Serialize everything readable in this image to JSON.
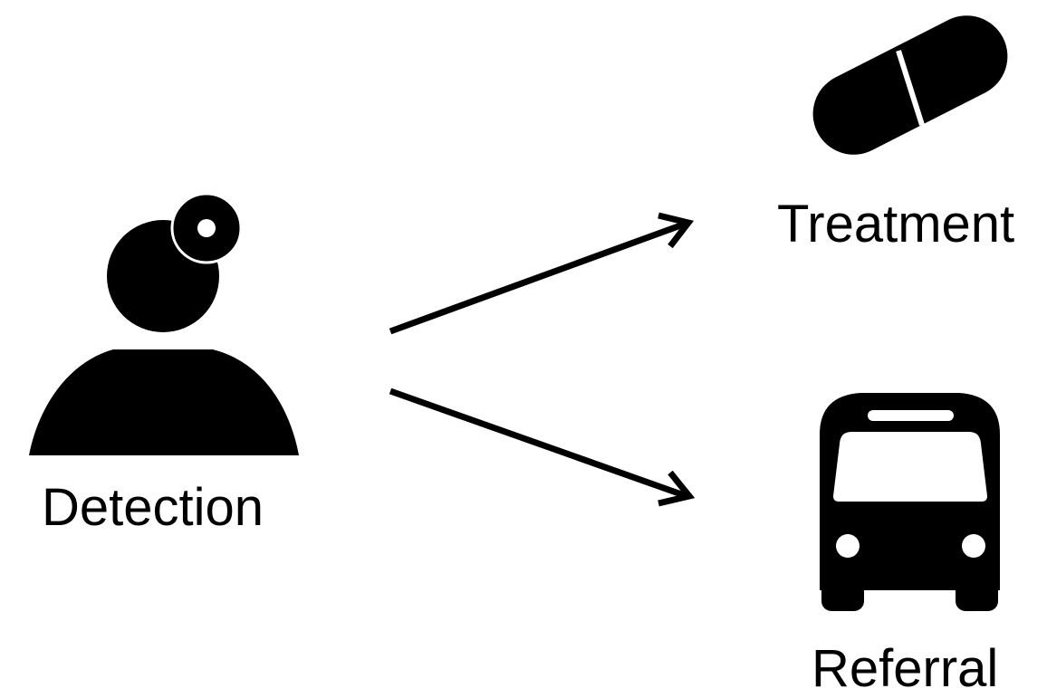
{
  "labels": {
    "detection": "Detection",
    "treatment": "Treatment",
    "referral": "Referral"
  },
  "icons": {
    "detection": "health-worker-icon",
    "treatment": "pill-icon",
    "referral": "bus-icon"
  },
  "colors": {
    "foreground": "#000000",
    "background": "#ffffff"
  }
}
